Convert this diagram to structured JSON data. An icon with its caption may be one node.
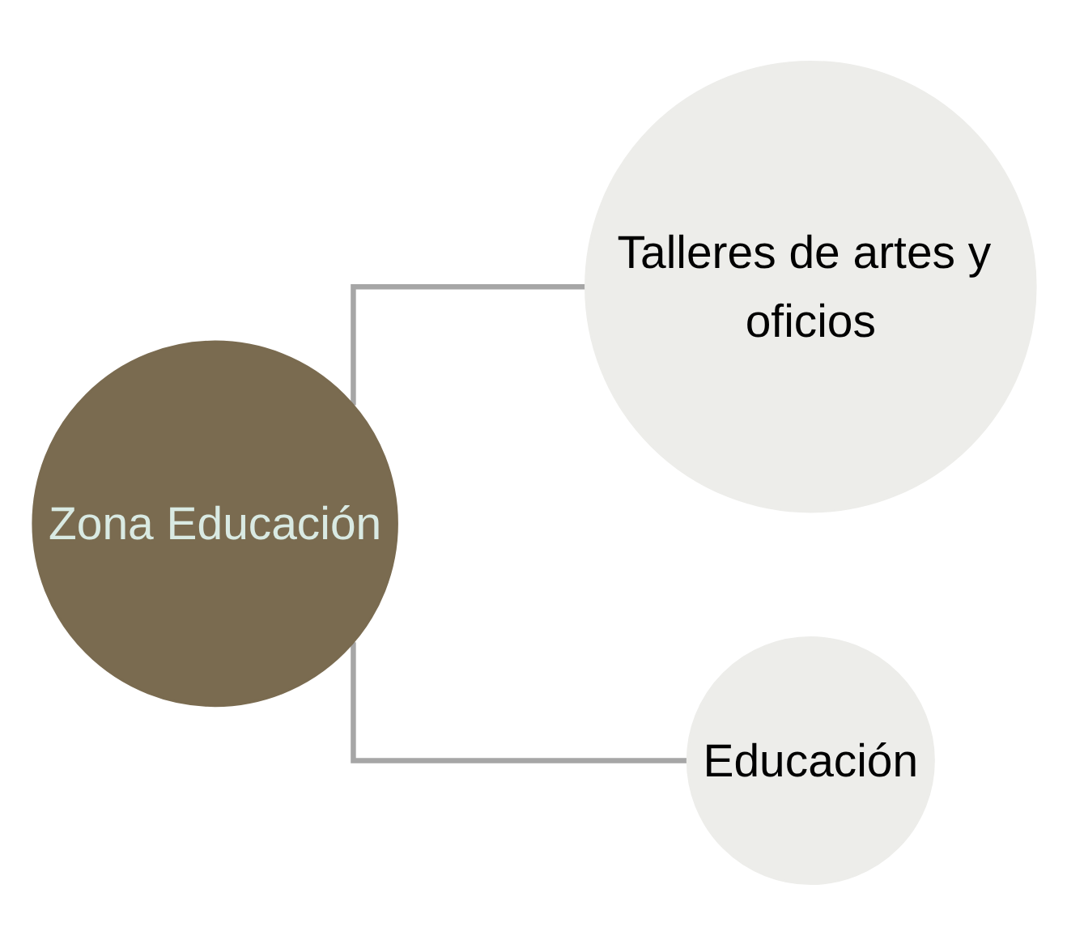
{
  "diagram": {
    "nodes": [
      {
        "text": [
          "Zona Educación"
        ]
      },
      {
        "text": [
          "Talleres de artes y oficios"
        ]
      },
      {
        "text": [
          "Educación"
        ]
      }
    ],
    "edges": [
      {
        "from": 0,
        "to": 1,
        "arrow": "none"
      },
      {
        "from": 0,
        "to": 2,
        "arrow": "none"
      }
    ]
  }
}
